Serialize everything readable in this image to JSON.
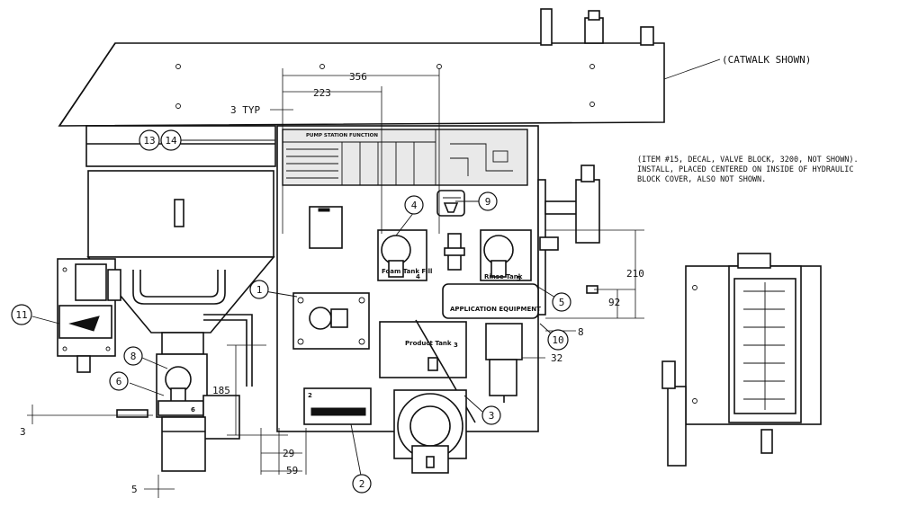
{
  "callouts": {
    "c1": "1",
    "c2": "2",
    "c3": "3",
    "c4": "4",
    "c5": "5",
    "c6": "6",
    "c8": "8",
    "c9": "9",
    "c10": "10",
    "c11": "11",
    "c13": "13",
    "c14": "14",
    "c2b": "2",
    "c3b": "3"
  },
  "dimensions": {
    "d356": "356",
    "d223": "223",
    "d3typ": "3 TYP",
    "d210": "210",
    "d92": "92",
    "d8": "8",
    "d32": "32",
    "d185": "185",
    "d29": "29",
    "d59": "59",
    "d3": "3",
    "d5": "5"
  },
  "notes": {
    "catwalk": "(CATWALK SHOWN)",
    "item15_line1": "(ITEM #15, DECAL, VALVE BLOCK, 3200, NOT SHOWN).",
    "item15_line2": "INSTALL, PLACED CENTERED ON INSIDE OF HYDRAULIC",
    "item15_line3": "BLOCK COVER, ALSO NOT SHOWN."
  },
  "decal": {
    "title": "PUMP STATION FUNCTION",
    "foam_tank_fill": "Foam Tank Fill",
    "foam_num": "4",
    "rinse_tank": "Rinse Tank",
    "rinse_num": "5",
    "application_equipment": "APPLICATION EQUIPMENT",
    "product_tank": "Product Tank",
    "product_num": "3",
    "valve2_num": "2",
    "valve6_num": "6"
  },
  "icons": {
    "foam_symbol": "foam-decal-icon"
  }
}
